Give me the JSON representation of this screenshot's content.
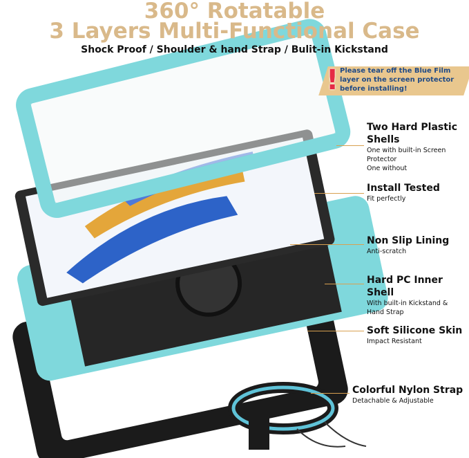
{
  "header": {
    "title_line1": "360° Rotatable",
    "title_line2": "3 Layers Multi-Functional Case",
    "subtitle": "Shock Proof / Shoulder & hand Strap / Bulit-in Kickstand"
  },
  "warning": {
    "icon": "exclamation-icon",
    "text": "Please tear off the Blue Film layer on the screen protector before installing!"
  },
  "features": [
    {
      "title": "Two Hard Plastic Shells",
      "details": [
        "One with built-in Screen Protector",
        "One without"
      ]
    },
    {
      "title": "Install Tested",
      "details": [
        "Fit perfectly"
      ]
    },
    {
      "title": "Non Slip Lining",
      "details": [
        "Anti-scratch"
      ]
    },
    {
      "title": "Hard PC Inner Shell",
      "details": [
        "With built-in Kickstand &",
        "Hand Strap"
      ]
    },
    {
      "title": "Soft Silicone Skin",
      "details": [
        "Impact Resistant"
      ]
    },
    {
      "title": "Colorful Nylon Strap",
      "details": [
        "Detachable & Adjustable"
      ]
    }
  ],
  "colors": {
    "title": "#d9b98a",
    "teal": "#7fd8dc",
    "case": "#1a1a1a",
    "leader": "#d8a050",
    "warning_bg": "#e9c78e",
    "warning_text": "#1f4a86"
  }
}
